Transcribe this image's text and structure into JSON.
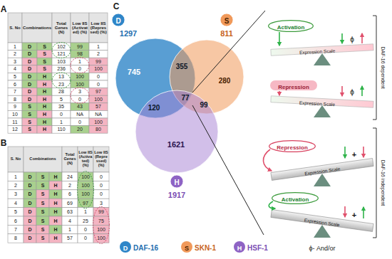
{
  "diagram": {
    "nodes": [
      {
        "text": [
          "D"
        ]
      },
      {
        "text": [
          "1297"
        ]
      },
      {
        "text": [
          "S"
        ]
      },
      {
        "text": [
          "811"
        ]
      },
      {
        "text": [
          "1917"
        ]
      },
      {
        "text": [
          "H"
        ]
      },
      {
        "text": [
          "Activation"
        ]
      },
      {
        "text": [
          "Repression"
        ]
      },
      {
        "text": [
          "Repression"
        ]
      },
      {
        "text": [
          "Activation"
        ]
      }
    ],
    "labels": [
      "A",
      "B",
      "C",
      "S. No",
      "Combinations",
      "Total Genes (N)",
      "Low IIS (Activated) (%)",
      "Low IIS (Repressed) (%)",
      "1",
      "D",
      "S",
      "102",
      "99",
      "1",
      "2",
      "D",
      "S",
      "121",
      "98",
      "2",
      "3",
      "D",
      "S",
      "103",
      "1",
      "99",
      "4",
      "D",
      "S",
      "236",
      "0",
      "100",
      "5",
      "D",
      "H",
      "13",
      "100",
      "0",
      "6",
      "D",
      "H",
      "23",
      "100",
      "0",
      "7",
      "D",
      "H",
      "28",
      "3",
      "97",
      "8",
      "D",
      "H",
      "5",
      "0",
      "100",
      "9",
      "S",
      "H",
      "35",
      "43",
      "57",
      "10",
      "S",
      "H",
      "0",
      "NA",
      "NA",
      "11",
      "S",
      "H",
      "1",
      "0",
      "100",
      "12",
      "S",
      "H",
      "110",
      "20",
      "80",
      "S. No",
      "Combinations",
      "Total Genes (N)",
      "Low IIS (Activated) (%)",
      "Low IIS (Repressed) (%)",
      "1",
      "D",
      "S",
      "H",
      "24",
      "100",
      "0",
      "2",
      "D",
      "S",
      "H",
      "2",
      "100",
      "0",
      "3",
      "D",
      "S",
      "H",
      "6",
      "100",
      "0",
      "4",
      "D",
      "S",
      "H",
      "69",
      "97",
      "3",
      "5",
      "D",
      "S",
      "H",
      "63",
      "1",
      "99",
      "6",
      "D",
      "S",
      "H",
      "4",
      "25",
      "75",
      "7",
      "D",
      "S",
      "H",
      "1",
      "0",
      "100",
      "8",
      "D",
      "S",
      "H",
      "57",
      "0",
      "100",
      "745",
      "355",
      "280",
      "77",
      "120",
      "99",
      "1621",
      "D",
      "S",
      "H",
      "Expression Scale",
      "Expression Scale",
      "Expression Scale",
      "Expression Scale",
      "ϕ",
      "ϕ",
      "+",
      "+",
      "DAF-16 dependent",
      "DAF-16 independent",
      "ϕ- And/or"
    ],
    "legend": [
      {
        "text": "DAF-16",
        "color": "#2f86c8"
      },
      {
        "text": "SKN-1",
        "color": "#f0995a"
      },
      {
        "text": "HSF-1",
        "color": "#8e63c4"
      }
    ]
  }
}
